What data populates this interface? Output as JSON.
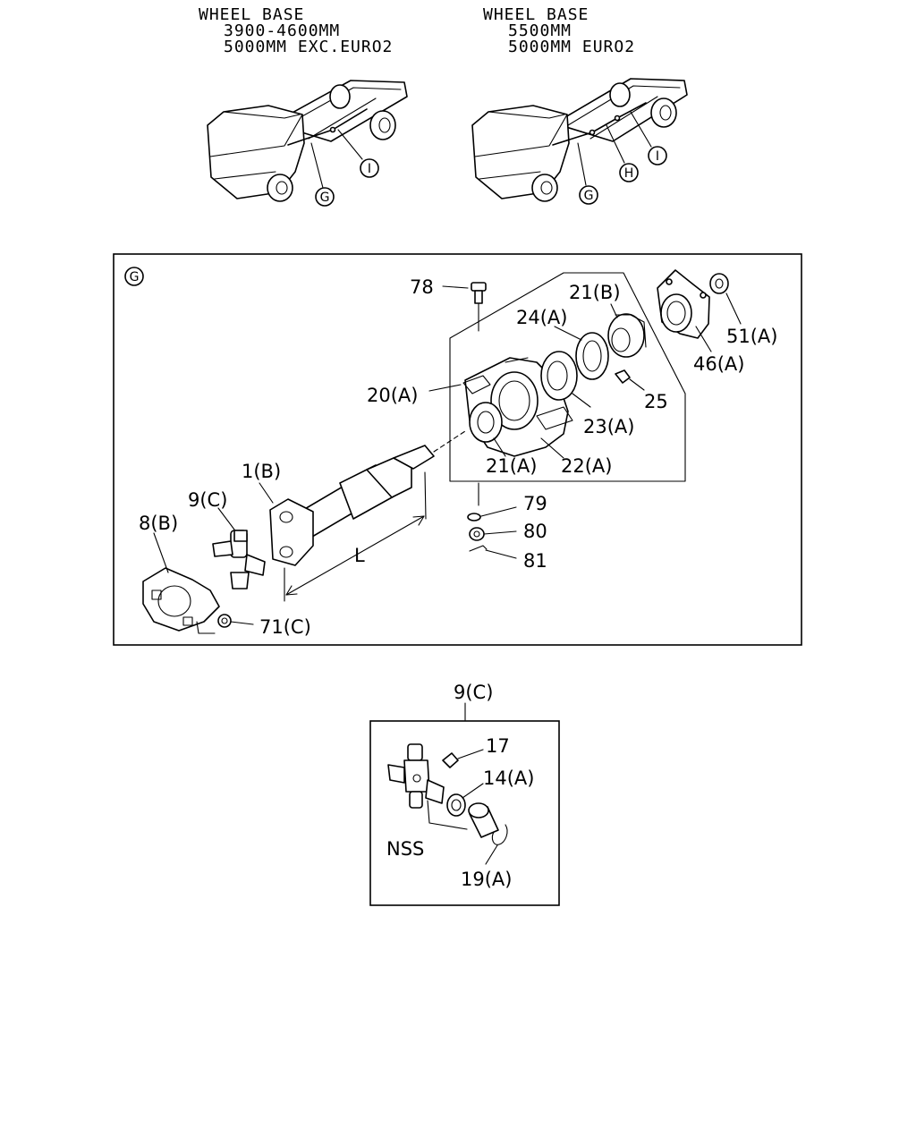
{
  "headers": {
    "left": [
      "WHEEL BASE",
      "3900-4600MM",
      "5000MM EXC.EURO2"
    ],
    "right": [
      "WHEEL BASE",
      "5500MM",
      "5000MM EURO2"
    ]
  },
  "truck_callouts": {
    "left": [
      "G",
      "I"
    ],
    "right": [
      "G",
      "H",
      "I"
    ]
  },
  "main_panel": {
    "section_tag": "G",
    "labels": {
      "p78": "78",
      "p21b": "21(B)",
      "p24a": "24(A)",
      "p51a": "51(A)",
      "p46a": "46(A)",
      "p20a": "20(A)",
      "p25": "25",
      "p23a": "23(A)",
      "p21a": "21(A)",
      "p22a": "22(A)",
      "p1b": "1(B)",
      "p9c": "9(C)",
      "p8b": "8(B)",
      "p79": "79",
      "p80": "80",
      "p81": "81",
      "dimL": "L",
      "p71c": "71(C)"
    }
  },
  "detail_panel": {
    "title": "9(C)",
    "labels": {
      "p17": "17",
      "p14a": "14(A)",
      "nss": "NSS",
      "p19a": "19(A)"
    }
  }
}
